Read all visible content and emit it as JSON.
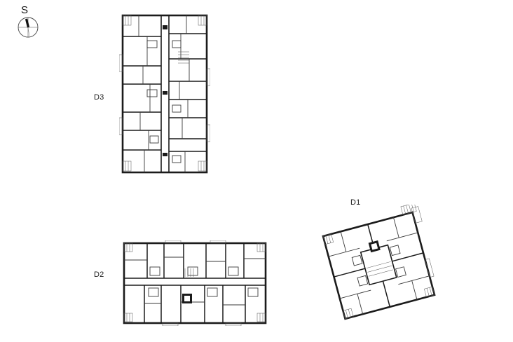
{
  "compass": {
    "direction_letter": "S",
    "icon": "north-arrow-compass-icon"
  },
  "buildings": [
    {
      "label": "D3"
    },
    {
      "label": "D2"
    },
    {
      "label": "D1"
    }
  ],
  "colors": {
    "background": "#ffffff",
    "linework": "#1b1b1b"
  }
}
